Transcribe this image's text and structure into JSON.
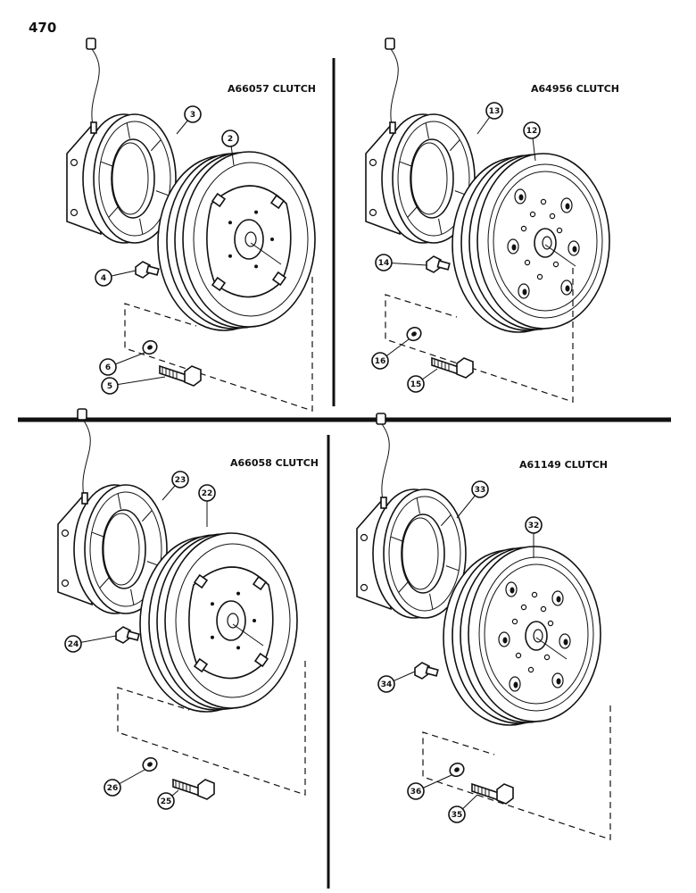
{
  "page_number": "470",
  "quadrants": [
    {
      "id": "a66057",
      "title": "A66057 CLUTCH",
      "style": "slotted",
      "callouts": {
        "coil": "3",
        "pulley": "2",
        "capscrew_small": "4",
        "washer": "6",
        "bolt": "5"
      }
    },
    {
      "id": "a64956",
      "title": "A64956 CLUTCH",
      "style": "perforated",
      "callouts": {
        "coil": "13",
        "pulley": "12",
        "capscrew_small": "14",
        "washer": "16",
        "bolt": "15"
      }
    },
    {
      "id": "a66058",
      "title": "A66058 CLUTCH",
      "style": "slotted",
      "callouts": {
        "coil": "23",
        "pulley": "22",
        "capscrew_small": "24",
        "washer": "26",
        "bolt": "25"
      }
    },
    {
      "id": "a61149",
      "title": "A61149 CLUTCH",
      "style": "perforated",
      "callouts": {
        "coil": "33",
        "pulley": "32",
        "capscrew_small": "34",
        "washer": "36",
        "bolt": "35"
      }
    }
  ]
}
